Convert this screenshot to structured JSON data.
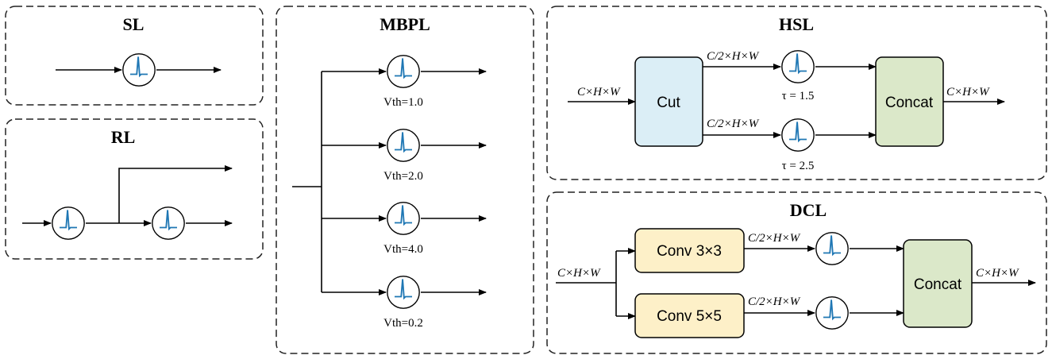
{
  "panels": {
    "sl": {
      "title": "SL"
    },
    "rl": {
      "title": "RL"
    },
    "mbpl": {
      "title": "MBPL",
      "branches": [
        {
          "label": "Vth=1.0"
        },
        {
          "label": "Vth=2.0"
        },
        {
          "label": "Vth=4.0"
        },
        {
          "label": "Vth=0.2"
        }
      ]
    },
    "hsl": {
      "title": "HSL",
      "input": "C×H×W",
      "cut": "Cut",
      "split_top": "C/2×H×W",
      "split_bottom": "C/2×H×W",
      "tau_top": "τ = 1.5",
      "tau_bottom": "τ = 2.5",
      "concat": "Concat",
      "output": "C×H×W",
      "colors": {
        "cut": "#dbeef6",
        "concat": "#dbe8c9"
      }
    },
    "dcl": {
      "title": "DCL",
      "input": "C×H×W",
      "conv_top": "Conv 3×3",
      "conv_bottom": "Conv 5×5",
      "out_top": "C/2×H×W",
      "out_bottom": "C/2×H×W",
      "concat": "Concat",
      "output": "C×H×W",
      "colors": {
        "conv": "#fdf0c8",
        "concat": "#dbe8c9"
      }
    }
  },
  "colors": {
    "spike": "#1f77b4"
  }
}
